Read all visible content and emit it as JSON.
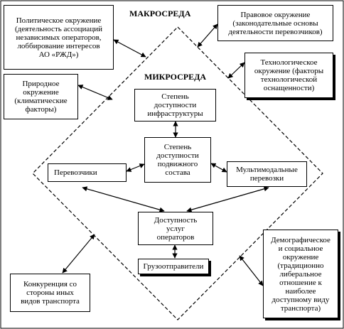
{
  "labels": {
    "macro": "МАКРОСРЕДА",
    "micro": "МИКРОСРЕДА"
  },
  "boxes": {
    "political": "Политическое окружение\n(деятельность ассоциаций\nнезависимых операторов,\nлоббирование интересов\nАО «РЖД»)",
    "legal": "Правовое окружение\n(законодательные основы\nдеятельности перевозчиков)",
    "technological": "Технологическое\nокружение (факторы\nтехнологической\nоснащенности)",
    "natural": "Природное\nокружение\n(климатические\nфакторы)",
    "infrastructure": "Степень\nдоступности\nинфраструктуры",
    "rolling_stock": "Степень\nдоступности\nподвижного\nсостава",
    "carriers": "Перевозчики",
    "multimodal": "Мультимодальные\nперевозки",
    "operator_services": "Доступность\nуслуг\nоператоров",
    "shippers": "Грузоотправители",
    "competition": "Конкуренция со\nстороны иных\nвидов транспорта",
    "demographic": "Демографическое\nи социальное\nокружение\n(традиционно\nлиберальное\nотношение к\nнаиболее\nдоступному виду\nтранспорта)"
  }
}
